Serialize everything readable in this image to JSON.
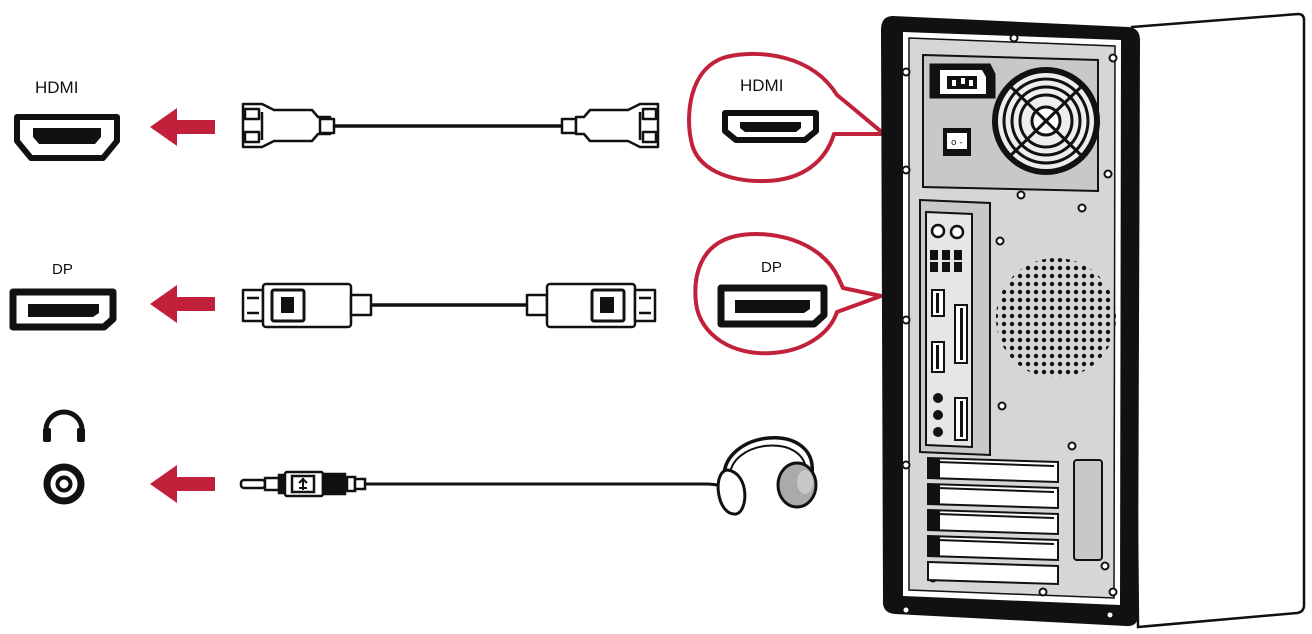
{
  "diagram": {
    "rows": [
      {
        "id": "hdmi",
        "port_label": "HDMI",
        "callout_label": "HDMI",
        "port_icon": "hdmi-port-icon",
        "cable_icon": "hdmi-cable-icon",
        "arrow_direction": "left"
      },
      {
        "id": "dp",
        "port_label": "DP",
        "callout_label": "DP",
        "port_icon": "displayport-port-icon",
        "cable_icon": "displayport-cable-icon",
        "arrow_direction": "left"
      },
      {
        "id": "audio",
        "port_icon": "audio-jack-icon",
        "label_icon": "headphone-symbol-icon",
        "cable_icon": "audio-cable-icon",
        "device_icon": "headphones-icon",
        "arrow_direction": "left"
      }
    ],
    "device_icon": "desktop-pc-tower-icon",
    "colors": {
      "accent": "#c1213a",
      "line": "#111111",
      "tower_panel": "#d6d6d6",
      "tower_side": "#ffffff"
    }
  }
}
